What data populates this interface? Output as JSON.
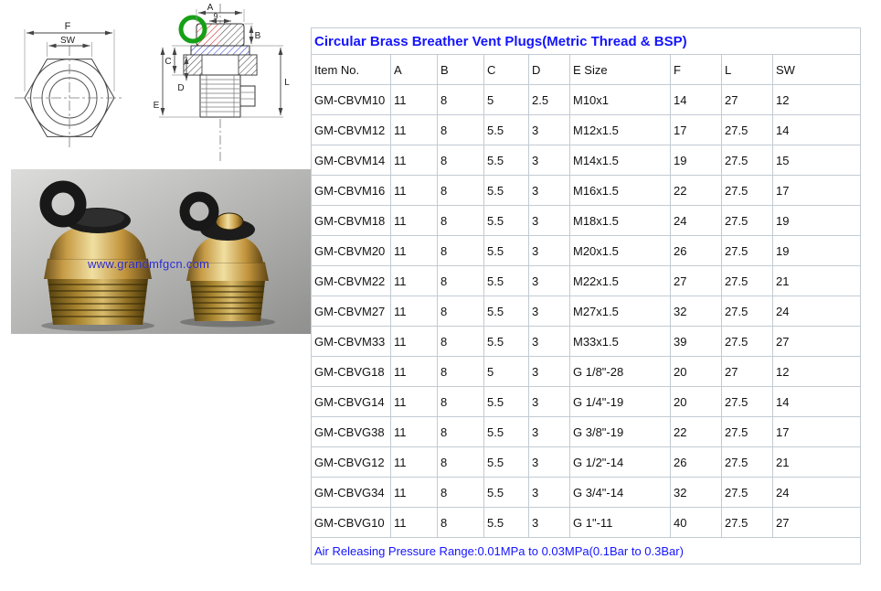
{
  "drawing": {
    "front": {
      "f_label": "F",
      "sw_label": "SW"
    },
    "section": {
      "a_label": "A",
      "nine_label": "9",
      "b_label": "B",
      "c_label": "C",
      "d_label": "D",
      "e_label": "E",
      "l_label": "L"
    }
  },
  "photo": {
    "watermark": "www.grandmfgcn.com"
  },
  "table": {
    "title": "Circular Brass Breather Vent Plugs(Metric Thread & BSP)",
    "columns": [
      "Item No.",
      "A",
      "B",
      "C",
      "D",
      "E Size",
      "F",
      "L",
      "SW"
    ],
    "rows": [
      [
        "GM-CBVM10",
        "11",
        "8",
        "5",
        "2.5",
        "M10x1",
        "14",
        "27",
        "12"
      ],
      [
        "GM-CBVM12",
        "11",
        "8",
        "5.5",
        "3",
        "M12x1.5",
        "17",
        "27.5",
        "14"
      ],
      [
        "GM-CBVM14",
        "11",
        "8",
        "5.5",
        "3",
        "M14x1.5",
        "19",
        "27.5",
        "15"
      ],
      [
        "GM-CBVM16",
        "11",
        "8",
        "5.5",
        "3",
        "M16x1.5",
        "22",
        "27.5",
        "17"
      ],
      [
        "GM-CBVM18",
        "11",
        "8",
        "5.5",
        "3",
        "M18x1.5",
        "24",
        "27.5",
        "19"
      ],
      [
        "GM-CBVM20",
        "11",
        "8",
        "5.5",
        "3",
        "M20x1.5",
        "26",
        "27.5",
        "19"
      ],
      [
        "GM-CBVM22",
        "11",
        "8",
        "5.5",
        "3",
        "M22x1.5",
        "27",
        "27.5",
        "21"
      ],
      [
        "GM-CBVM27",
        "11",
        "8",
        "5.5",
        "3",
        "M27x1.5",
        "32",
        "27.5",
        "24"
      ],
      [
        "GM-CBVM33",
        "11",
        "8",
        "5.5",
        "3",
        "M33x1.5",
        "39",
        "27.5",
        "27"
      ],
      [
        "GM-CBVG18",
        "11",
        "8",
        "5",
        "3",
        "G 1/8\"-28",
        "20",
        "27",
        "12"
      ],
      [
        "GM-CBVG14",
        "11",
        "8",
        "5.5",
        "3",
        "G 1/4\"-19",
        "20",
        "27.5",
        "14"
      ],
      [
        "GM-CBVG38",
        "11",
        "8",
        "5.5",
        "3",
        "G 3/8\"-19",
        "22",
        "27.5",
        "17"
      ],
      [
        "GM-CBVG12",
        "11",
        "8",
        "5.5",
        "3",
        "G 1/2\"-14",
        "26",
        "27.5",
        "21"
      ],
      [
        "GM-CBVG34",
        "11",
        "8",
        "5.5",
        "3",
        "G 3/4\"-14",
        "32",
        "27.5",
        "24"
      ],
      [
        "GM-CBVG10",
        "11",
        "8",
        "5.5",
        "3",
        "G  1\"-11",
        "40",
        "27.5",
        "27"
      ]
    ],
    "footer": "Air Releasing Pressure Range:0.01MPa to 0.03MPa(0.1Bar to 0.3Bar)"
  },
  "colors": {
    "accent_blue": "#1414ff",
    "table_border": "#c3cbd3",
    "watermark_blue": "#2727cc"
  }
}
